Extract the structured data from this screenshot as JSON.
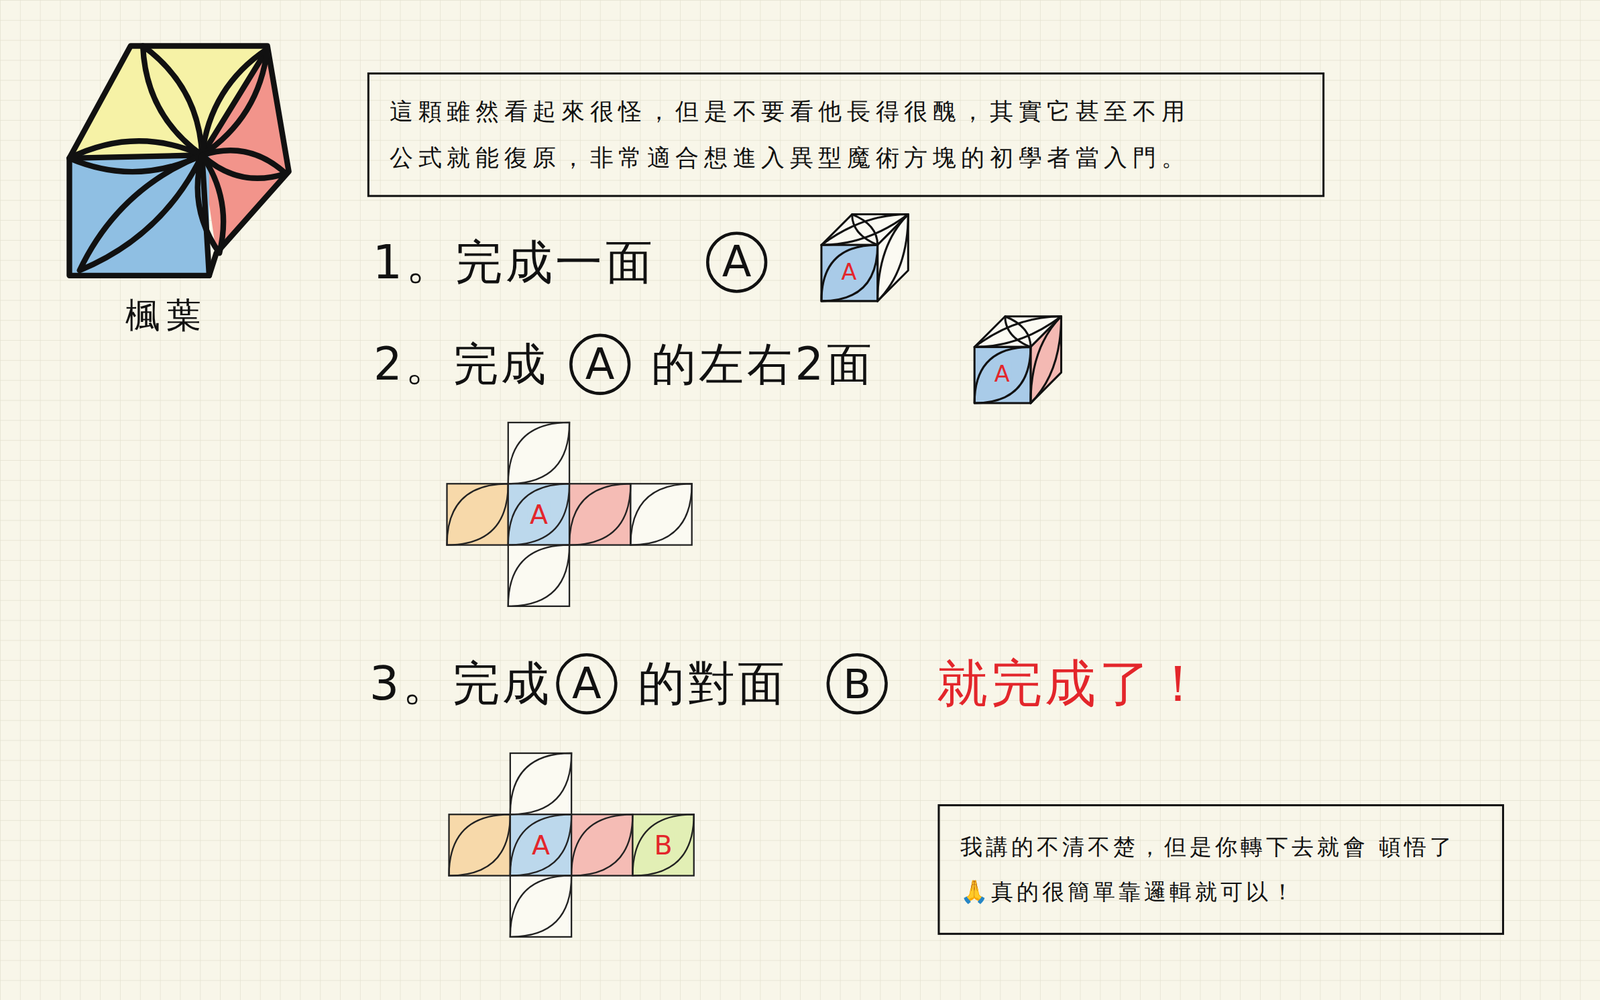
{
  "diagram": {
    "title": "楓葉",
    "nodes": [
      {
        "text": [
          "這顆雖然看起來很怪，但是不要看他長得很醜，其實它甚至不用 公式就能復原，非常適合想進入異型魔術方塊的初學者當入門。"
        ]
      },
      {
        "text": [
          "A"
        ]
      },
      {
        "text": [
          "A"
        ]
      },
      {
        "text": [
          "A"
        ]
      },
      {
        "text": [
          "A"
        ]
      },
      {
        "text": [
          "B"
        ]
      },
      {
        "text": [
          "A"
        ]
      },
      {
        "text": [
          "B"
        ]
      },
      {
        "text": [
          "我講的不清不楚，但是你轉下去就會 頓悟了🙏真的很簡單靠邏輯就可以！"
        ]
      }
    ],
    "labels": [
      "1。完成一面",
      "2。完成",
      "的左右2面",
      "3。完成",
      "的對面",
      "就完成了！",
      "A",
      "A"
    ]
  }
}
